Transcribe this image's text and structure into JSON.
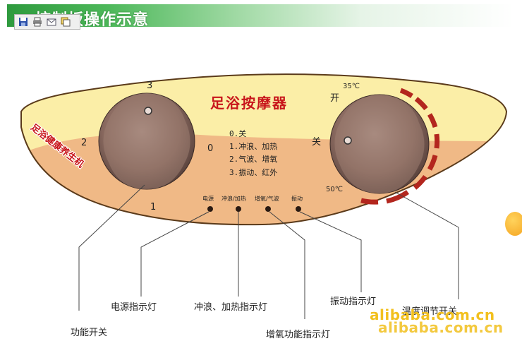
{
  "page": {
    "title": "控制板操作示意"
  },
  "toolbar": {
    "icons": [
      "save-icon",
      "print-icon",
      "email-icon",
      "copy-icon"
    ]
  },
  "panel": {
    "product_name": "足浴按摩器",
    "slogan": "足浴健康养生机",
    "left_dial": {
      "marks": [
        "3",
        "2",
        "1",
        "0"
      ]
    },
    "functions": [
      "0.关",
      "1.冲浪、加热",
      "2.气波、增氧",
      "3.振动、红外"
    ],
    "indicators": [
      "电源",
      "冲浪/加热",
      "增氧/气波",
      "振动"
    ],
    "right_dial": {
      "open": "开",
      "close": "关",
      "temp_low": "35℃",
      "temp_high": "50℃"
    }
  },
  "callouts": {
    "function_switch": "功能开关",
    "power_light": "电源指示灯",
    "surf_heat_light": "冲浪、加热指示灯",
    "oxygen_light": "增氧功能指示灯",
    "vibration_light": "振动指示灯",
    "temp_switch": "温度调节开关"
  },
  "watermark": [
    "alibaba.com.cn",
    "alibaba.com.cn"
  ],
  "colors": {
    "panel_upper": "#fbeea7",
    "panel_lower": "#f0b986",
    "accent_red": "#c8151b",
    "dial": "#8a6a60",
    "banner": "#2e9a3e"
  }
}
